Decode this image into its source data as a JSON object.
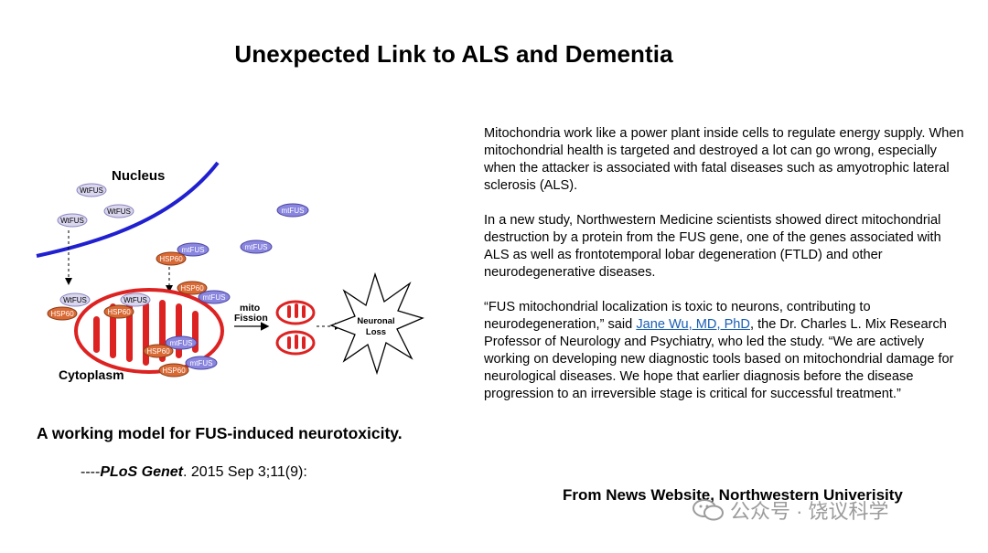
{
  "title": "Unexpected Link to ALS and Dementia",
  "figure": {
    "labels": {
      "nucleus": "Nucleus",
      "cytoplasm": "Cytoplasm",
      "mito_fission_line1": "mito",
      "mito_fission_line2": "Fission",
      "neuronal_loss_line1": "Neuronal",
      "neuronal_loss_line2": "Loss"
    },
    "badges": {
      "wtfus": "WtFUS",
      "mtfus": "mtFUS",
      "hsp60": "HSP60"
    },
    "colors": {
      "nucleus_membrane": "#2020d0",
      "mitochondria": "#dd2222",
      "wtfus_fill": "#d9d6ee",
      "mtfus_fill": "#8a86e0",
      "hsp60_fill": "#d96a35"
    },
    "caption": "A working model for FUS-induced neurotoxicity.",
    "citation": {
      "prefix": "----",
      "journal": "PLoS Genet",
      "rest": ". 2015 Sep 3;11(9):"
    }
  },
  "article": {
    "paragraph1": "Mitochondria work like a power plant inside cells to regulate energy supply. When mitochondrial health is targeted and destroyed a lot can go wrong, especially when the attacker is associated with fatal diseases such as amyotrophic lateral sclerosis (ALS).",
    "paragraph2": "In a new study, Northwestern Medicine scientists showed direct mitochondrial destruction by a protein from the FUS gene, one of the genes associated with ALS as well as frontotemporal lobar degeneration (FTLD) and other neurodegenerative diseases.",
    "paragraph3_before_link": "“FUS mitochondrial localization is toxic to neurons, contributing to neurodegeneration,” said ",
    "paragraph3_link": "Jane Wu, MD, PhD",
    "paragraph3_after_link": ", the Dr. Charles L. Mix Research Professor of Neurology and Psychiatry, who led the study. “We are actively working on developing new diagnostic tools based on mitochondrial damage for neurological diseases. We hope that earlier diagnosis before the disease progression to an irreversible stage is critical for successful treatment.”"
  },
  "source": "From News Website, Northwestern Univerisity",
  "watermark": {
    "text": "公众号 · 饶议科学",
    "icon": "wechat-icon"
  }
}
